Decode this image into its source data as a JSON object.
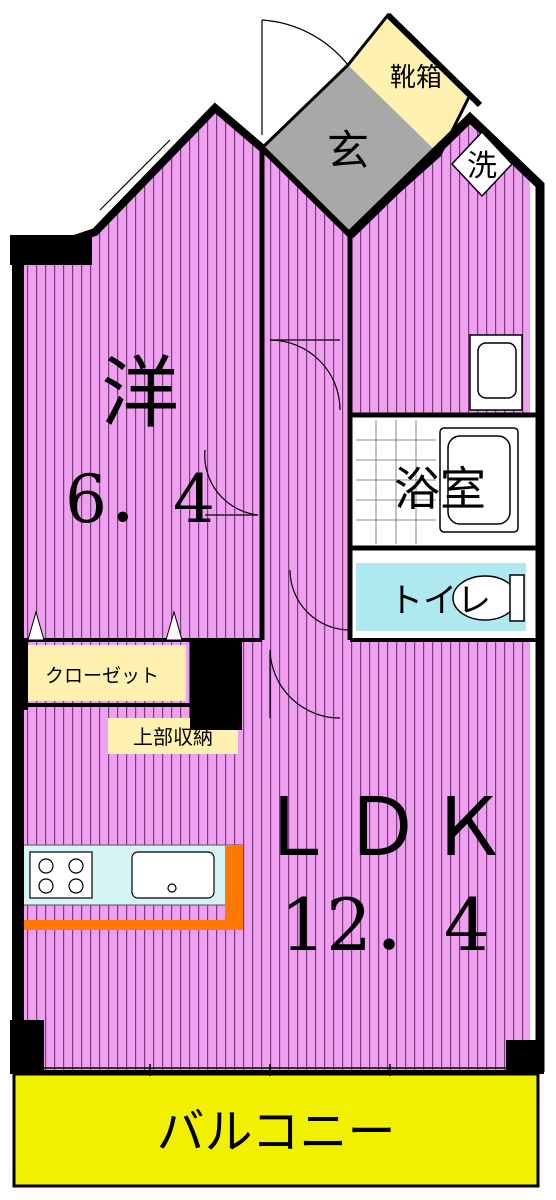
{
  "rooms": {
    "western_room": {
      "name": "洋",
      "size": "6．4"
    },
    "ldk": {
      "name": "ＬＤＫ",
      "size": "12．4"
    },
    "entrance": {
      "name": "玄"
    },
    "shoe_box": {
      "name": "靴箱"
    },
    "washer": {
      "name": "洗"
    },
    "bathroom": {
      "name": "浴室"
    },
    "toilet": {
      "name": "トイレ"
    },
    "closet": {
      "name": "クローゼット"
    },
    "upper_storage": {
      "name": "上部収納"
    },
    "balcony": {
      "name": "バルコニー"
    }
  },
  "colors": {
    "room_pink": "#f0a0f0",
    "stripe": "#7a3c7a",
    "entrance_gray": "#a8a8a8",
    "shoe_box_cream": "#fff2b0",
    "toilet_blue": "#b0e8f0",
    "balcony_yellow": "#f0f000",
    "counter_orange": "#ff7800",
    "wall": "#000000"
  }
}
